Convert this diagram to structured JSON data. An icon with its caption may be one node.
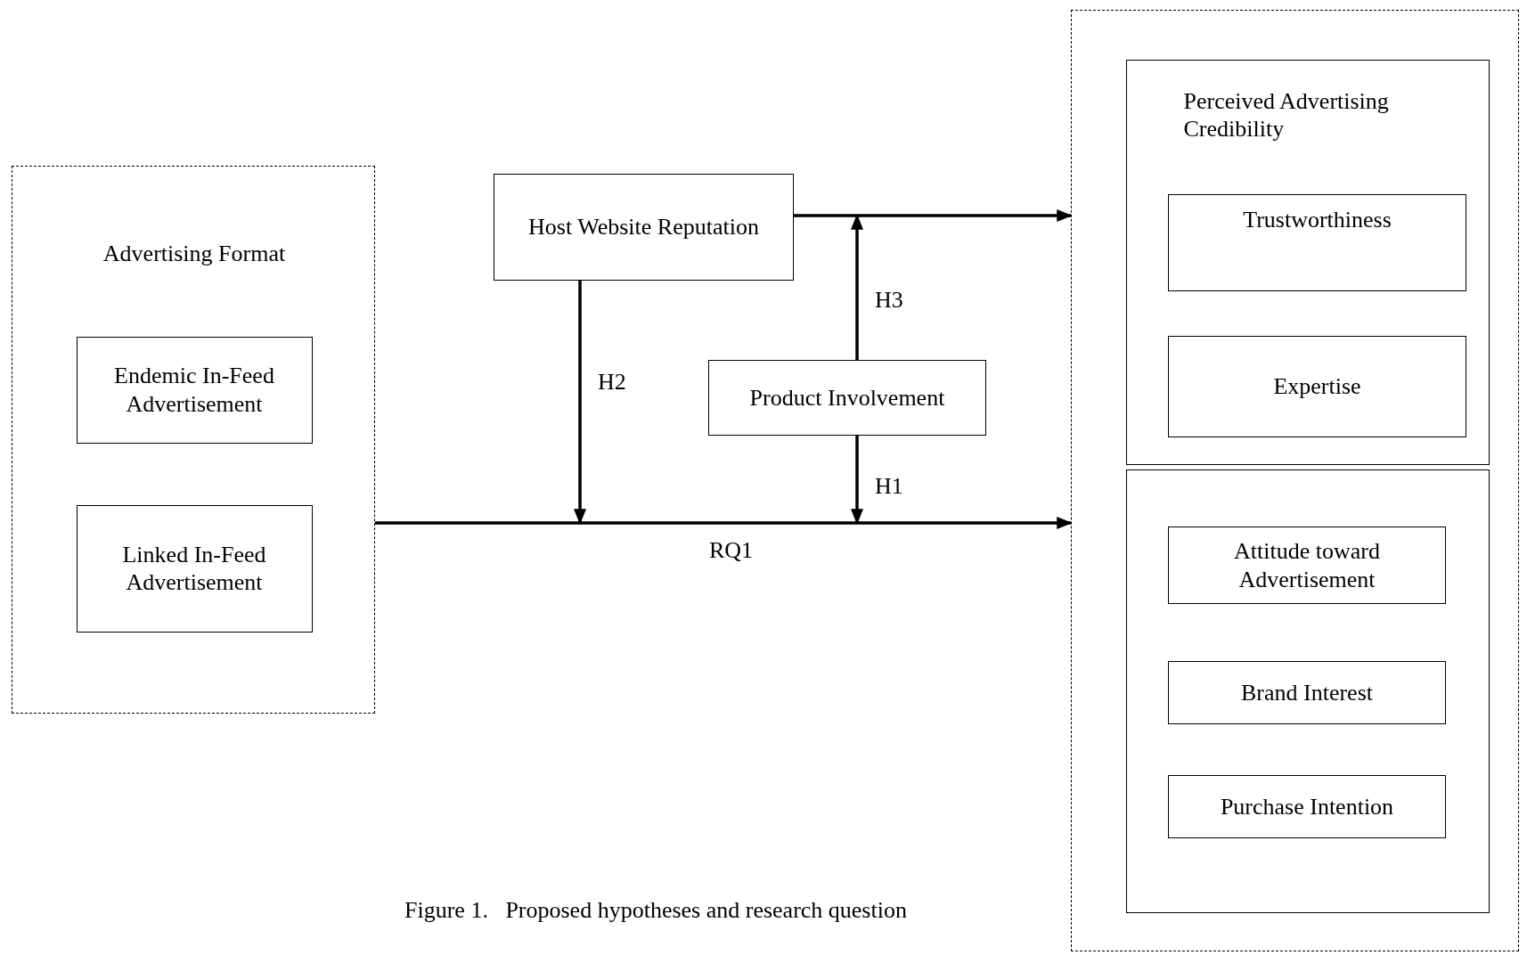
{
  "diagram": {
    "caption": "Figure 1.   Proposed hypotheses and research question",
    "nodes": [
      {
        "text": [
          "Advertising Format"
        ]
      },
      {
        "text": [
          "Endemic In-Feed Advertisement"
        ],
        "in": 0
      },
      {
        "text": [
          "Linked In-Feed Advertisement"
        ],
        "in": 0
      },
      {
        "text": [
          "Host Website Reputation"
        ]
      },
      {
        "text": [
          "Product Involvement"
        ]
      },
      {
        "text": [],
        "shape": "box"
      },
      {
        "text": [
          "Perceived Advertising Credibility"
        ],
        "in": 5
      },
      {
        "text": [
          "Trustworthiness"
        ],
        "in": 6
      },
      {
        "text": [
          "Expertise"
        ],
        "in": 6
      },
      {
        "text": [],
        "shape": "box",
        "in": 5
      },
      {
        "text": [
          "Attitude toward Advertisement"
        ],
        "in": 9
      },
      {
        "text": [
          "Brand Interest"
        ],
        "in": 9
      },
      {
        "text": [
          "Purchase Intention"
        ],
        "in": 9
      }
    ],
    "edges": [
      {
        "from": 0,
        "to": 5,
        "arrow": "to",
        "label": "RQ1"
      },
      {
        "from": 3,
        "to": 5,
        "arrow": "to"
      },
      {
        "from": 3,
        "to": null,
        "arrow": "to",
        "label": "H2"
      },
      {
        "from": 4,
        "to": null,
        "arrow": "to",
        "label": "H1"
      },
      {
        "from": 4,
        "to": null,
        "arrow": "to",
        "label": "H3"
      }
    ]
  }
}
